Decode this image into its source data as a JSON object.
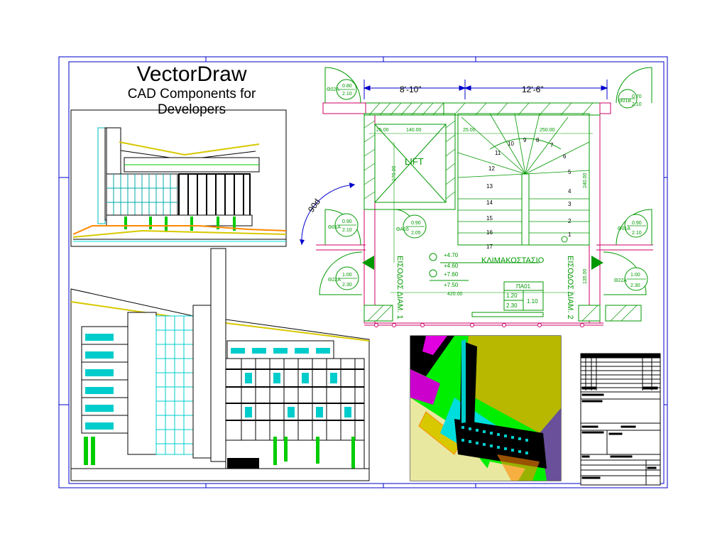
{
  "title": {
    "main": "VectorDraw",
    "subtitle": "CAD Components for Developers"
  },
  "plan": {
    "dim_left": "8'-10\"",
    "dim_right": "12'-6\"",
    "angle": "90d",
    "lift": "LIFT",
    "stair_label": "ΚΛΙΜΑΚΟΣΤΑΣΙΟ",
    "entrance1": "ΕΙΣΟΔΟΣ ΔΙΑΜ. 1",
    "entrance2": "ΕΙΣΟΔΟΣ ΔΙΑΜ. 2",
    "dims_top": [
      "25.00",
      "140.00",
      "25.00",
      "250.00"
    ],
    "dim_bottom": "420.00",
    "dim_lift_height": "170.00",
    "dim_stair_height": "240.00",
    "dim_right_height": "135.00",
    "levels": [
      "+4.70",
      "+4.60",
      "+7.60",
      "+7.50"
    ],
    "door_tag": {
      "id": "ΠΑ01",
      "w": "1.20",
      "h": "2.30",
      "sill": "1.10"
    },
    "step_numbers": [
      "1",
      "2",
      "3",
      "4",
      "5",
      "6",
      "7",
      "8",
      "9",
      "10",
      "11",
      "12",
      "13",
      "14",
      "15",
      "16",
      "17"
    ],
    "doors": [
      {
        "id": "Θ02A",
        "w": "0.80",
        "h": "2.10"
      },
      {
        "id": "Θ01B",
        "w": "0.70",
        "h": "2.10"
      },
      {
        "id": "Θ01A",
        "w": "0.90",
        "h": "2.10"
      },
      {
        "id": "ΘA16",
        "w": "0.90",
        "h": "2.05"
      },
      {
        "id": "Θ01A",
        "w": "0.90",
        "h": "2.10"
      },
      {
        "id": "Θ22A",
        "w": "1.00",
        "h": "2.30"
      },
      {
        "id": "Θ22A",
        "w": "1.00",
        "h": "2.30"
      }
    ]
  },
  "colors": {
    "border": "#0000cc",
    "plan": "#009900",
    "walls": "#cc0066",
    "facade_cyan": "#00e5e5",
    "facade_green": "#00cc00",
    "facade_yellow": "#d8c800",
    "render_olive": "#b8b800",
    "render_magenta": "#e000e0"
  }
}
